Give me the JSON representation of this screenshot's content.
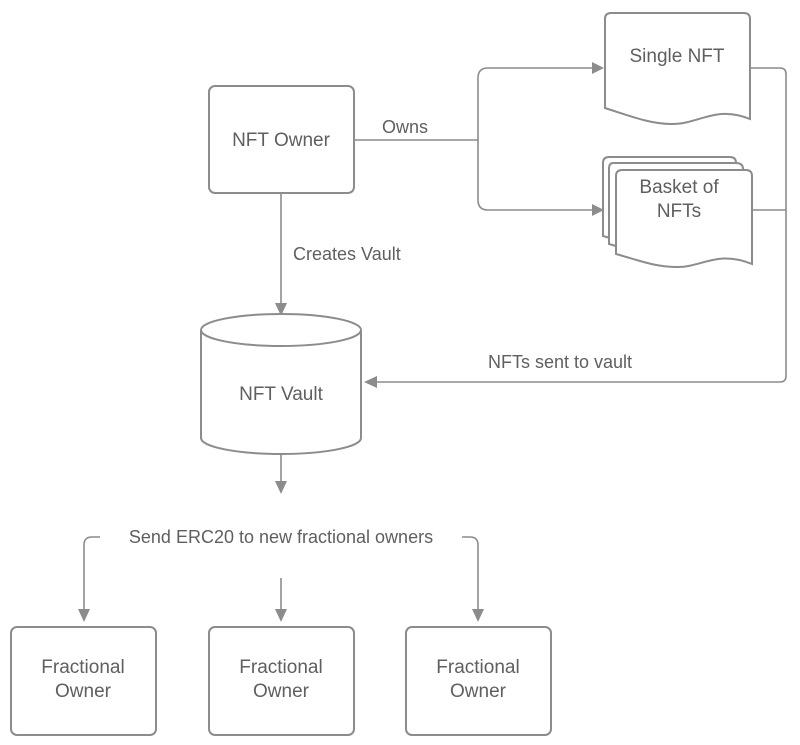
{
  "nodes": {
    "nft_owner": "NFT Owner",
    "single_nft": "Single NFT",
    "basket_line1": "Basket of",
    "basket_line2": "NFTs",
    "nft_vault": "NFT Vault",
    "fractional_owner_line1": "Fractional",
    "fractional_owner_line2": "Owner"
  },
  "edges": {
    "owns": "Owns",
    "creates_vault": "Creates Vault",
    "nfts_sent_to_vault": "NFTs sent to vault",
    "send_erc20": "Send ERC20 to new fractional owners"
  },
  "colors": {
    "stroke": "#8c8c8c",
    "text": "#5f5f5f",
    "background": "#ffffff"
  }
}
